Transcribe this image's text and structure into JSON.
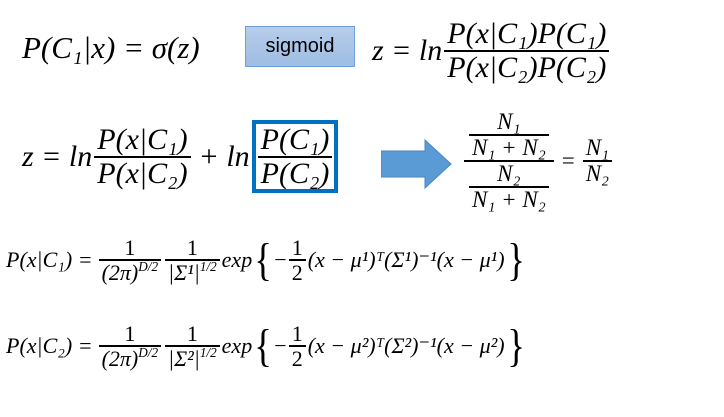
{
  "eq1": {
    "lhs": "P(C₁|x) = σ(z)",
    "sigmoid": "sigmoid",
    "z": "z = ln",
    "num": "P(x|C₁)P(C₁)",
    "den": "P(x|C₂)P(C₂)"
  },
  "eq2": {
    "z": "z = ln",
    "num1": "P(x|C₁)",
    "den1": "P(x|C₂)",
    "plus": "+ ln",
    "num2": "P(C₁)",
    "den2": "P(C₂)",
    "result": {
      "top_num": "N₁",
      "top_den": "N₁ + N₂",
      "bot_num": "N₂",
      "bot_den": "N₁ + N₂",
      "eq": "=",
      "n_num": "N₁",
      "n_den": "N₂"
    }
  },
  "gauss": [
    {
      "lhs": "P(x|C₁) =",
      "one": "1",
      "pi": "(2π)",
      "pi_exp": "D/2",
      "sig": "|Σ¹|",
      "sig_exp": "1/2",
      "exp": "exp",
      "lbrace": "{",
      "minus": "−",
      "half_num": "1",
      "half_den": "2",
      "body": "(x − μ¹)ᵀ(Σ¹)⁻¹(x − μ¹)",
      "rbrace": "}"
    },
    {
      "lhs": "P(x|C₂) =",
      "one": "1",
      "pi": "(2π)",
      "pi_exp": "D/2",
      "sig": "|Σ²|",
      "sig_exp": "1/2",
      "exp": "exp",
      "lbrace": "{",
      "minus": "−",
      "half_num": "1",
      "half_den": "2",
      "body": "(x − μ²)ᵀ(Σ²)⁻¹(x − μ²)",
      "rbrace": "}"
    }
  ],
  "colors": {
    "box_border": "#0070c0",
    "arrow": "#5b9bd5",
    "sigmoid_fill": "#a9c5e7"
  }
}
